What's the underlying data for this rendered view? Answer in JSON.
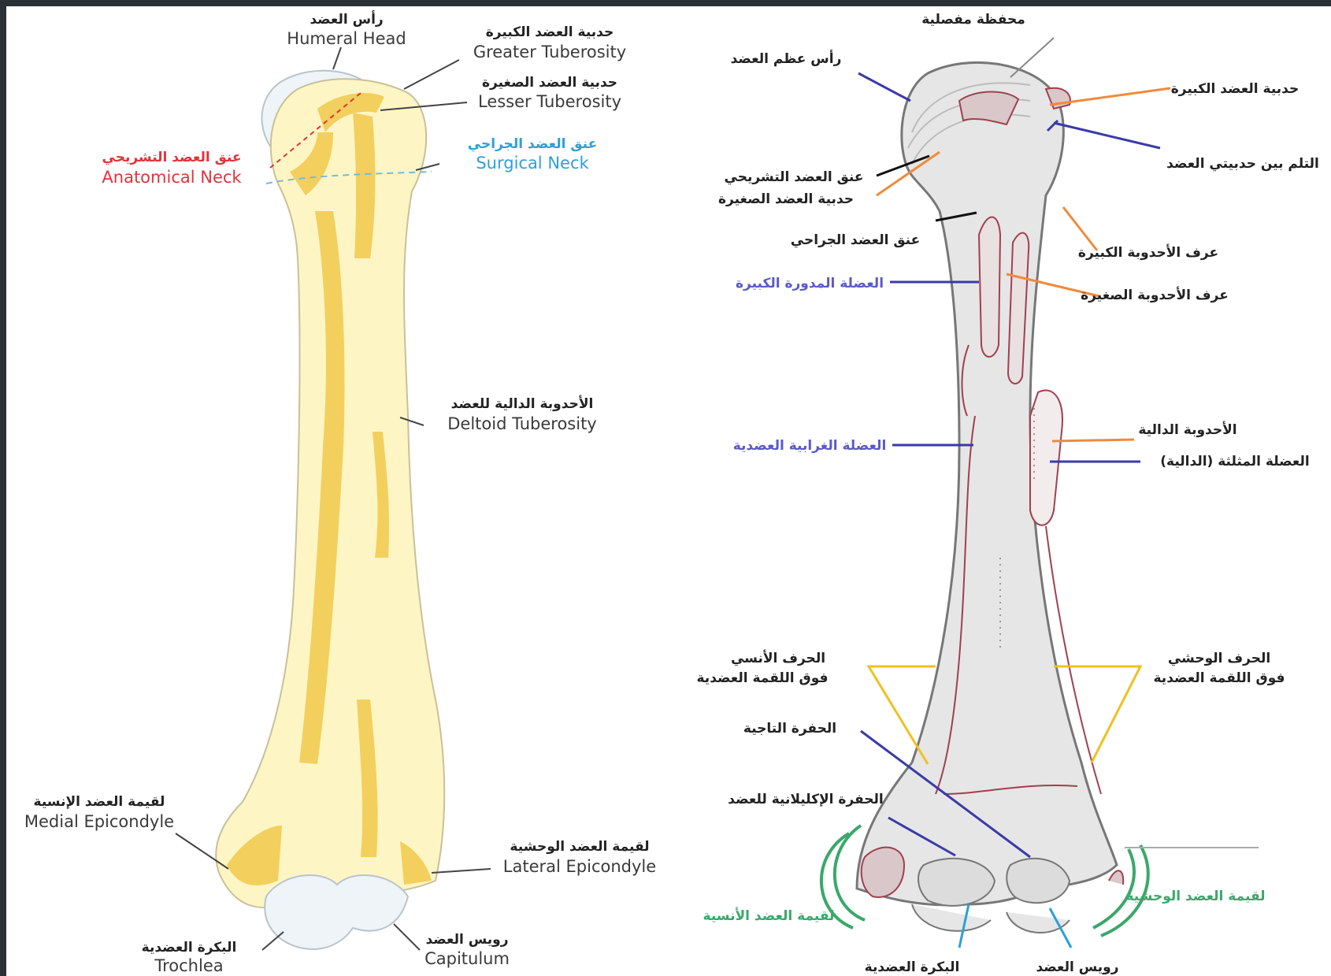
{
  "left_diagram": {
    "humeral_head": {
      "ar": "رأس العضد",
      "en": "Humeral Head"
    },
    "greater_tuberosity": {
      "ar": "حدبية العضد الكبيرة",
      "en": "Greater Tuberosity"
    },
    "lesser_tuberosity": {
      "ar": "حدبية العضد الصغيرة",
      "en": "Lesser Tuberosity"
    },
    "surgical_neck": {
      "ar": "عنق العضد الجراحي",
      "en": "Surgical Neck"
    },
    "anatomical_neck": {
      "ar": "عنق العضد التشريحي",
      "en": "Anatomical Neck"
    },
    "deltoid_tuberosity": {
      "ar": "الأحدوبة الدالية للعضد",
      "en": "Deltoid Tuberosity"
    },
    "medial_epicondyle": {
      "ar": "لقيمة العضد الإنسية",
      "en": "Medial Epicondyle"
    },
    "lateral_epicondyle": {
      "ar": "لقيمة العضد الوحشية",
      "en": "Lateral Epicondyle"
    },
    "trochlea": {
      "ar": "البكرة العضدية",
      "en": "Trochlea"
    },
    "capitulum": {
      "ar": "رويس العضد",
      "en": "Capitulum"
    }
  },
  "right_diagram": {
    "articular_capsule": "محفظة مفصلية",
    "head": "رأس عظم العضد",
    "greater_tuberosity": "حدبية العضد الكبيرة",
    "intertubercular_groove": "التلم بين حدبيتي العضد",
    "anatomical_neck": "عنق العضد التشريحي",
    "lesser_tuberosity": "حدبية العضد الصغيرة",
    "surgical_neck": "عنق العضد الجراحي",
    "greater_tubercle_crest": "عرف الأحدوبة الكبيرة",
    "lesser_tubercle_crest": "عرف الأحدوبة الصغيرة",
    "teres_major": "العضلة المدورة الكبيرة",
    "brachioradialis": "العضلة الغرابية العضدية",
    "deltoid_tuberosity": "الأحدوبة الدالية",
    "deltoid_muscle": "العضلة المثلثة (الدالية)",
    "medial_supracondylar_ridge_1": "الحرف الأنسي",
    "medial_supracondylar_ridge_2": "فوق اللقمة العضدية",
    "lateral_supracondylar_ridge_1": "الحرف الوحشي",
    "lateral_supracondylar_ridge_2": "فوق اللقمة العضدية",
    "coronoid_fossa": "الحفرة التاجية",
    "radial_fossa": "الحفرة الإكليلانية للعضد",
    "medial_epicondyle": "لقيمة العضد الأنسية",
    "lateral_epicondyle": "لقيمة العضد الوحشية",
    "trochlea": "البكرة العضدية",
    "capitulum": "رويس العضد"
  },
  "colors": {
    "bone_fill": "#fdf6c4",
    "bone_accent": "#f3cf5e",
    "red": "#e0343c",
    "blue": "#2f9fd8",
    "purple": "#5a5ac8",
    "orange": "#f08a3a",
    "navy": "#3a3aa8",
    "yellow_line": "#f0c020",
    "green": "#3aa86a"
  }
}
